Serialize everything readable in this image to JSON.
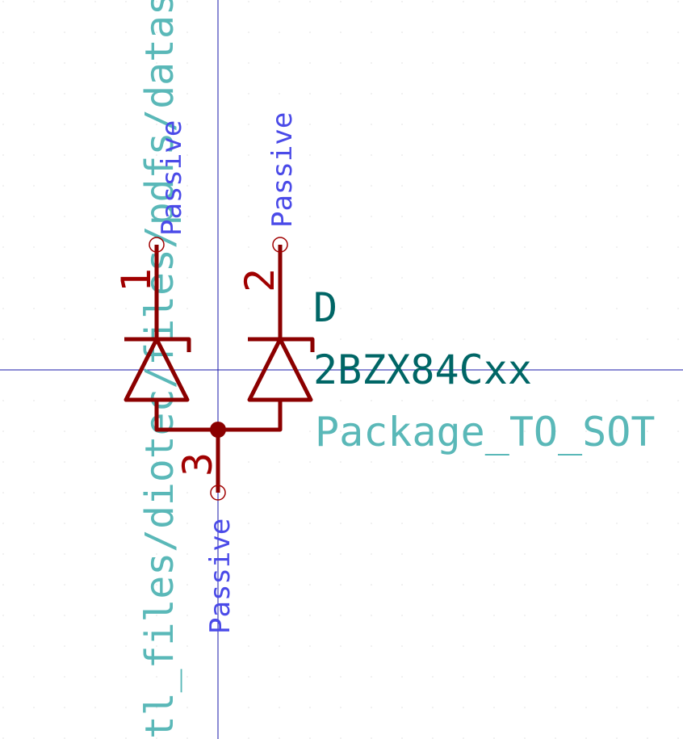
{
  "symbol": {
    "reference": "D",
    "value": "2BZX84Cxx",
    "footprint": "Package_TO_SOT",
    "datasheet": "tl_files/diotec/files/pdfs/datasheet"
  },
  "pins": [
    {
      "number": "1",
      "type": "Passive"
    },
    {
      "number": "2",
      "type": "Passive"
    },
    {
      "number": "3",
      "type": "Passive"
    }
  ],
  "colors": {
    "background": "#ffffff",
    "grid": "#c8c8c8",
    "crosshair": "#1a1aa8",
    "body": "#8b0000",
    "pin_number": "#a00000",
    "pin_type": "#4a4ae8",
    "reference": "#006666",
    "value": "#006666",
    "footprint": "#5ab8b8",
    "datasheet": "#5ab8b8"
  }
}
